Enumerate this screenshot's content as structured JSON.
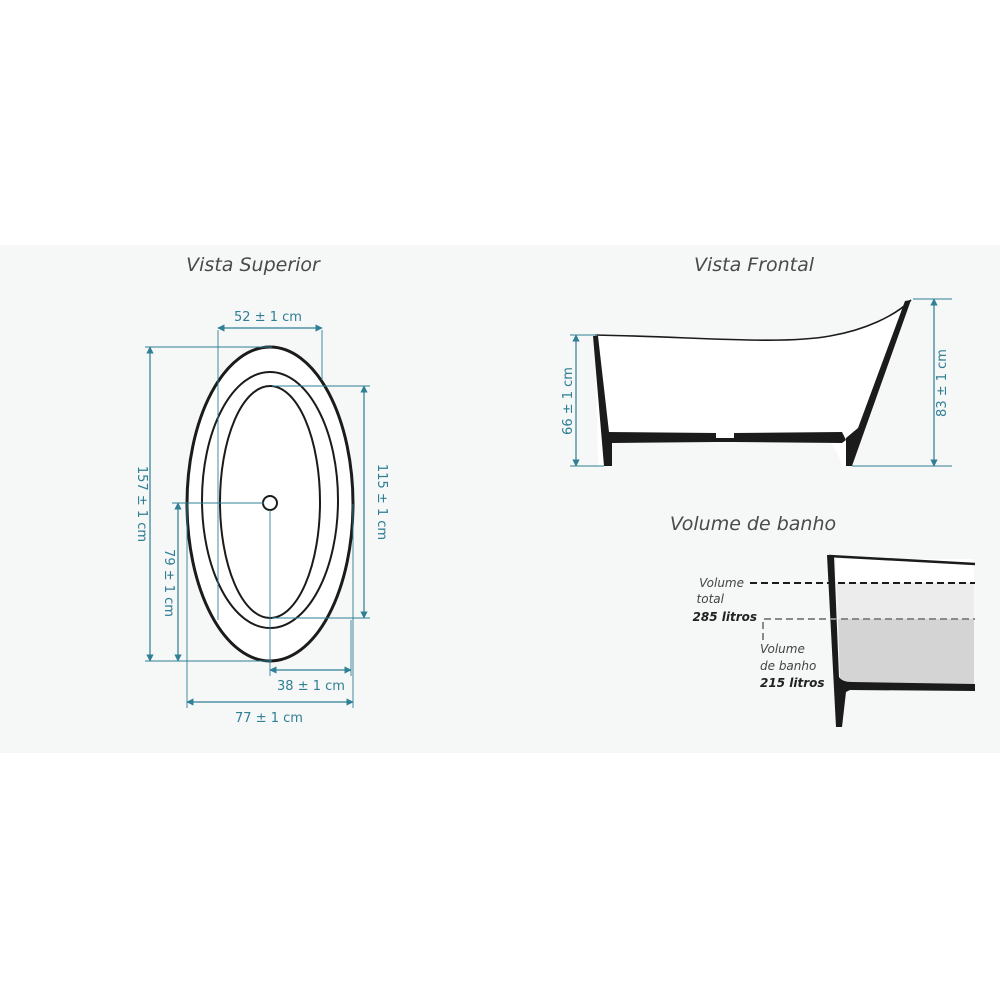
{
  "views": {
    "top": {
      "title": "Vista Superior",
      "dims": {
        "inner_width": "52 ± 1 cm",
        "total_length": "157 ± 1 cm",
        "inner_length": "115 ± 1 cm",
        "drain_to_end": "79 ± 1 cm",
        "drain_offset": "38 ± 1 cm",
        "total_width": "77 ± 1 cm"
      }
    },
    "front": {
      "title": "Vista Frontal",
      "dims": {
        "low_height": "66 ± 1 cm",
        "high_height": "83 ± 1 cm"
      }
    },
    "volume": {
      "title": "Volume de banho",
      "total": {
        "line1": "Volume",
        "line2": "total",
        "value": "285 litros"
      },
      "bath": {
        "line1": "Volume",
        "line2": "de banho",
        "value": "215 litros"
      }
    }
  },
  "colors": {
    "dimension": "#2f7f95",
    "outline": "#1b1b1b",
    "panel": "#f6f7f7"
  }
}
